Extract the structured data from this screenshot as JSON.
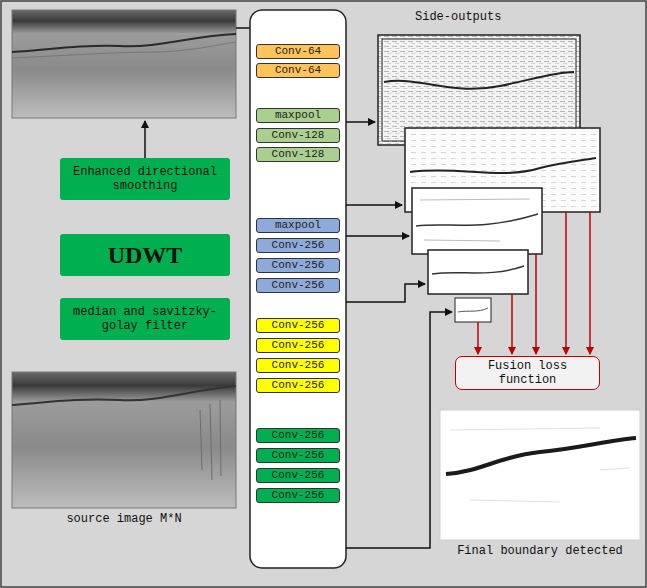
{
  "diagram": {
    "nodes": [
      {
        "text": [
          "Enhanced directional smoothing"
        ]
      },
      {
        "text": [
          "UDWT"
        ]
      },
      {
        "text": [
          "median and savitzky-golay filter"
        ]
      },
      {
        "text": [
          "source image M*N"
        ]
      },
      {
        "text": [
          "Conv-64"
        ]
      },
      {
        "text": [
          "Conv-64"
        ]
      },
      {
        "text": [
          "maxpool"
        ]
      },
      {
        "text": [
          "Conv-128"
        ]
      },
      {
        "text": [
          "Conv-128"
        ]
      },
      {
        "text": [
          "maxpool"
        ]
      },
      {
        "text": [
          "Conv-256"
        ]
      },
      {
        "text": [
          "Conv-256"
        ]
      },
      {
        "text": [
          "Conv-256"
        ]
      },
      {
        "text": [
          "Conv-256"
        ]
      },
      {
        "text": [
          "Conv-256"
        ]
      },
      {
        "text": [
          "Conv-256"
        ]
      },
      {
        "text": [
          "Conv-256"
        ]
      },
      {
        "text": [
          "Conv-256"
        ]
      },
      {
        "text": [
          "Conv-256"
        ]
      },
      {
        "text": [
          "Conv-256"
        ]
      },
      {
        "text": [
          "Conv-256"
        ]
      },
      {
        "text": [
          "Fusion loss function"
        ]
      },
      {
        "text": [
          "Final boundary detected"
        ]
      }
    ],
    "edges": [
      {
        "from": 3,
        "to": 2,
        "arrow": "to"
      },
      {
        "from": 2,
        "to": 1,
        "arrow": "to"
      },
      {
        "from": 1,
        "to": 0,
        "arrow": "to"
      },
      {
        "from": 5,
        "to": 6,
        "arrow": "to"
      },
      {
        "from": 8,
        "to": 9,
        "arrow": "to"
      },
      {
        "from": 12,
        "to": 13,
        "arrow": "to"
      },
      {
        "from": 16,
        "to": 17,
        "arrow": "to"
      },
      {
        "from": 21,
        "to": 22,
        "arrow": "to"
      }
    ],
    "labels": [
      "Side-outputs"
    ]
  }
}
